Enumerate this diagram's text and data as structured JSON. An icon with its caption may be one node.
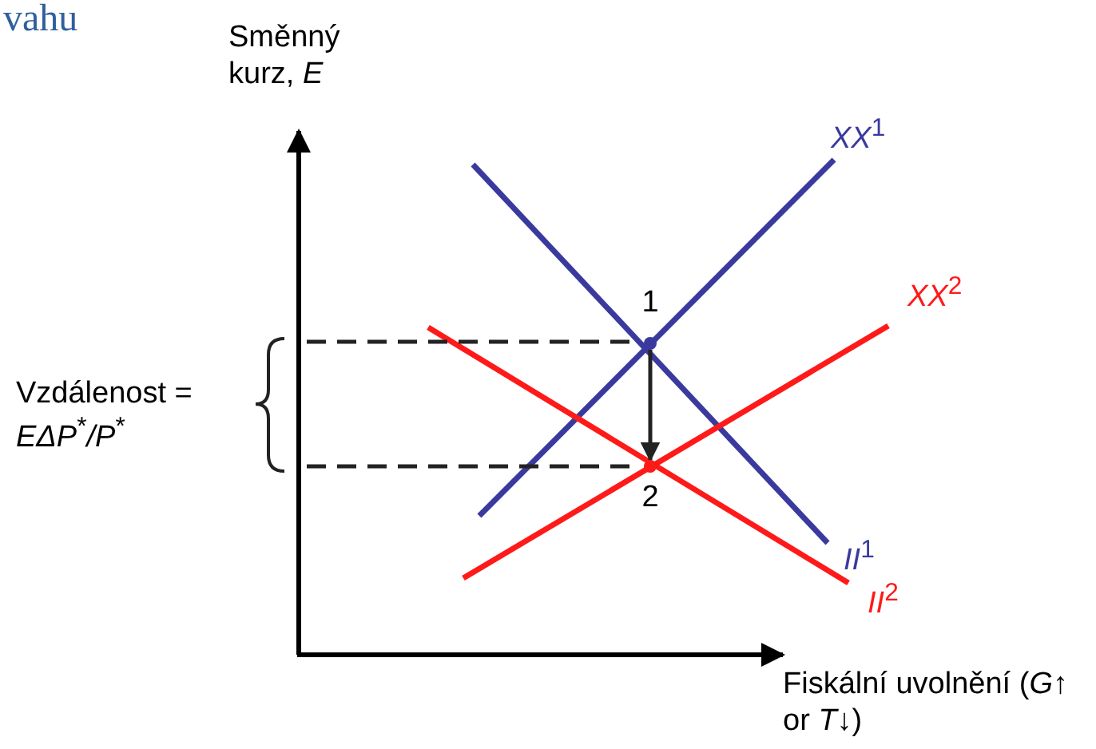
{
  "diagram": {
    "nodes": [
      {
        "text": [
          "1"
        ]
      },
      {
        "text": [
          "2"
        ]
      }
    ],
    "edges": [
      {
        "from": 0,
        "to": 1,
        "arrow": "to"
      }
    ],
    "labels": [
      "vahu",
      "Směnný kurz, *E*",
      "*XX*$^{1}$",
      "*XX*$^{2}$",
      "Vzdálenost = *EΔP*$^{*}$*/P*$^{*}$",
      "*II*$^{1}$",
      "*II*$^{2}$",
      "Fiskální uvolnění (*G*↑ or *T*↓)"
    ]
  }
}
